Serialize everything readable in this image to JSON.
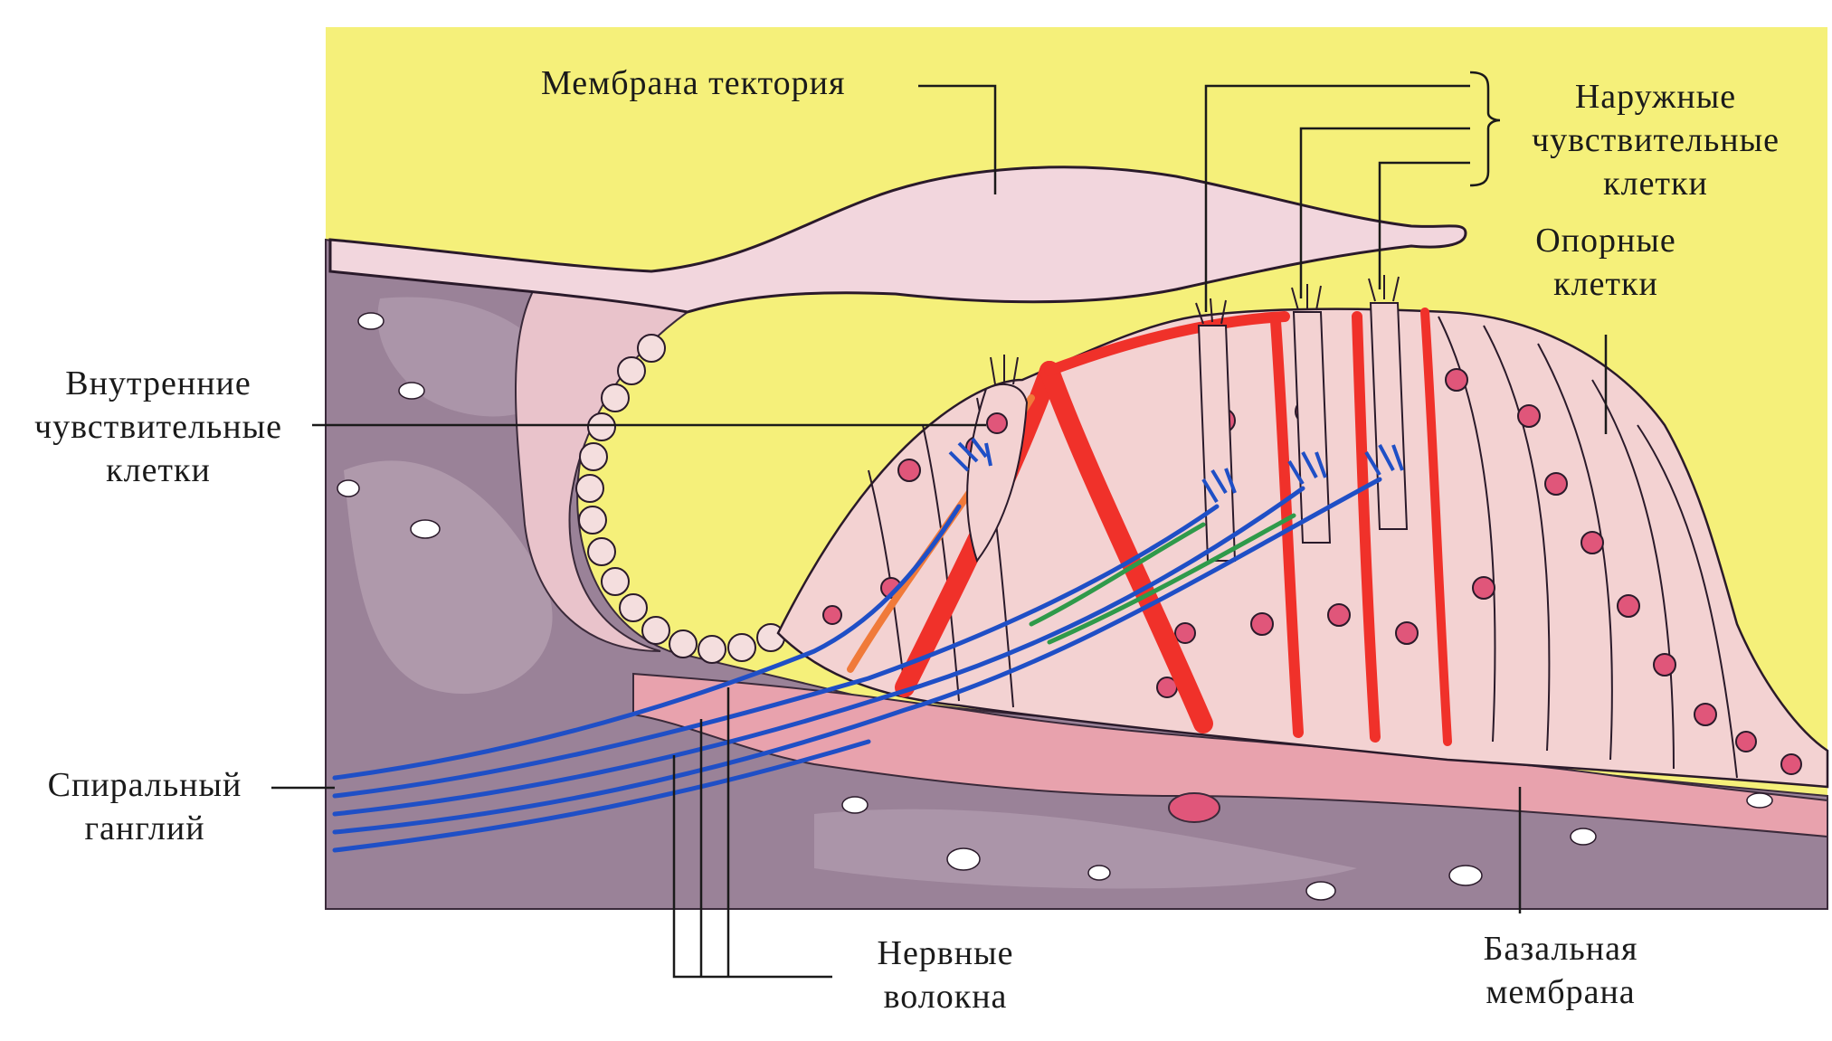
{
  "labels": {
    "tectorial": {
      "lines": [
        "Мембрана тектория"
      ]
    },
    "outer": {
      "lines": [
        "Наружные",
        "чувствительные",
        "клетки"
      ]
    },
    "support": {
      "lines": [
        "Опорные",
        "клетки"
      ]
    },
    "inner": {
      "lines": [
        "Внутренние",
        "чувствительные",
        "клетки"
      ]
    },
    "ganglion": {
      "lines": [
        "Спиральный",
        "ганглий"
      ]
    },
    "fibers": {
      "lines": [
        "Нервные",
        "волокна"
      ]
    },
    "basal": {
      "lines": [
        "Базальная",
        "мембрана"
      ]
    }
  },
  "colors": {
    "background_fill": "#f5f07a",
    "tissue": "#9a8298",
    "membrane": "#f2d6dd",
    "cell": "#f3d2d2",
    "nucleus": "#e0567a",
    "red_pillar": "#f0312a",
    "nerve_blue": "#1f4fc6",
    "basal_pink": "#e8a2ad"
  }
}
